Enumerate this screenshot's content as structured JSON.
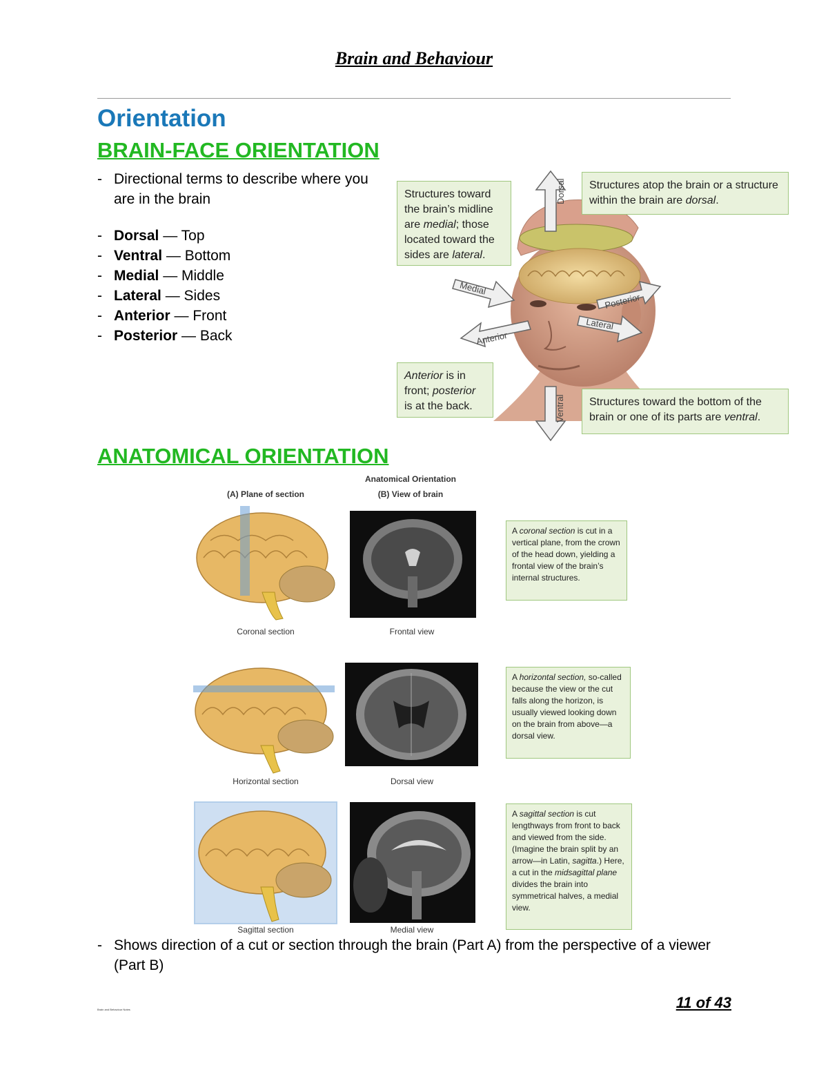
{
  "header": {
    "title": "Brain and Behaviour"
  },
  "sections": {
    "main_heading": "Orientation",
    "brain_face": {
      "heading": "BRAIN-FACE ORIENTATION",
      "intro": "Directional terms to describe where you are in the brain",
      "terms": [
        {
          "term": "Dorsal",
          "meaning": " — Top"
        },
        {
          "term": "Ventral",
          "meaning": " — Bottom"
        },
        {
          "term": "Medial",
          "meaning": " — Middle"
        },
        {
          "term": "Lateral",
          "meaning": " — Sides"
        },
        {
          "term": "Anterior",
          "meaning": " — Front"
        },
        {
          "term": "Posterior",
          "meaning": " — Back"
        }
      ]
    },
    "anatomical": {
      "heading": "ANATOMICAL ORIENTATION",
      "summary": "Shows direction of a cut or section through the brain (Part A) from the perspective of a viewer (Part B)"
    }
  },
  "face_figure": {
    "callouts": {
      "medial_lateral": [
        "Structures toward the brain’s midline are ",
        "medial",
        "; those located toward the sides are ",
        "lateral",
        "."
      ],
      "dorsal": [
        "Structures atop the brain or a structure within the brain are ",
        "dorsal",
        "."
      ],
      "anterior": [
        "Anterior",
        " is in front; ",
        "posterior",
        " is at the back."
      ],
      "ventral": [
        "Structures toward the bottom of the brain or one of its parts are ",
        "ventral",
        "."
      ]
    },
    "arrows": {
      "dorsal": "Dorsal",
      "ventral": "Ventral",
      "medial": "Medial",
      "anterior": "Anterior",
      "posterior": "Posterior",
      "lateral": "Lateral"
    }
  },
  "anatomy_figure": {
    "title": "Anatomical Orientation",
    "col_a": "(A) Plane of section",
    "col_b": "(B) View of brain",
    "rows": [
      {
        "section": "Coronal section",
        "view": "Frontal view",
        "text": [
          "A ",
          "coronal section",
          " is cut in a vertical plane, from the crown of the head down, yielding a frontal view of the brain’s internal structures."
        ]
      },
      {
        "section": "Horizontal section",
        "view": "Dorsal view",
        "text": [
          "A ",
          "horizontal section,",
          " so-called because the view or the cut falls along the horizon, is usually viewed looking down on the brain from above—a dorsal view."
        ]
      },
      {
        "section": "Sagittal section",
        "view": "Medial view",
        "text": [
          "A ",
          "sagittal section",
          " is cut lengthways from front to back and viewed from the side. (Imagine the brain split by an arrow—in Latin, ",
          "sagitta",
          ".) Here, a cut in the ",
          "midsagittal plane",
          " divides the brain into symmetrical halves, a medial view."
        ]
      }
    ]
  },
  "footer": {
    "page": "11 of 43",
    "fine_print": "Brain and Behaviour Notes"
  },
  "colors": {
    "heading_blue": "#1a78b8",
    "heading_green": "#22b822",
    "callout_fill": "#e9f2dc",
    "callout_border": "#9fc77e",
    "arrow_fill": "#efefef"
  }
}
